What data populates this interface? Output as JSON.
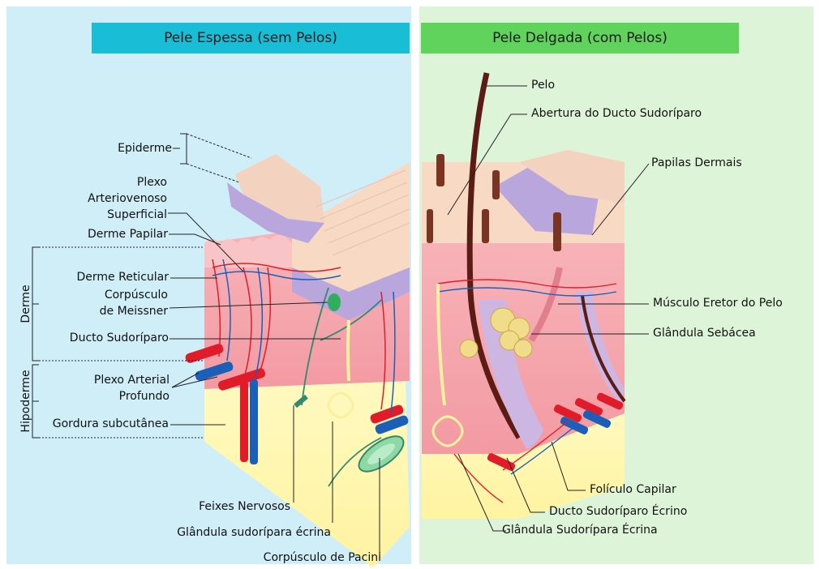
{
  "titles": {
    "left": "Pele Espessa (sem Pelos)",
    "right": "Pele Delgada (com Pelos)"
  },
  "left_labels": {
    "epiderme": "Epiderme",
    "plexo_1": "Plexo",
    "plexo_2": "Arteriovenoso",
    "plexo_3": "Superficial",
    "derme_papilar": "Derme Papilar",
    "derme_reticular": "Derme Reticular",
    "meissner_1": "Corpúsculo",
    "meissner_2": "de Meissner",
    "ducto": "Ducto Sudoríparo",
    "plexo_arterial_1": "Plexo Arterial",
    "plexo_arterial_2": "Profundo",
    "gordura": "Gordura subcutânea",
    "feixes": "Feixes Nervosos",
    "glandula_ecrina": "Glândula sudorípara écrina",
    "pacini": "Corpúsculo de Pacini",
    "derme_side": "Derme",
    "hipoderme_side": "Hipoderme"
  },
  "right_labels": {
    "pelo": "Pelo",
    "abertura": "Abertura do Ducto Sudoríparo",
    "papilas": "Papilas Dermais",
    "musculo": "Músculo Eretor do Pelo",
    "sebacea": "Glândula Sebácea",
    "foliculo": "Folículo Capilar",
    "ducto_ecrino": "Ducto Sudoríparo Écrino",
    "glandula_ecrina": "Glândula Sudorípara Écrina"
  },
  "colors": {
    "left_bg": "#cfeef7",
    "right_bg": "#def4d8",
    "left_title": "#19bdd6",
    "right_title": "#5fd35c",
    "dermis": "#f4a7ae",
    "epidermis_top": "#f7d9c4",
    "epidermis_purple": "#b9a6dd",
    "fat": "#fff6a8",
    "artery": "#e11c2a",
    "vein": "#1b5fb8",
    "nerve": "#2f8a6e",
    "hair": "#5a1c14"
  }
}
